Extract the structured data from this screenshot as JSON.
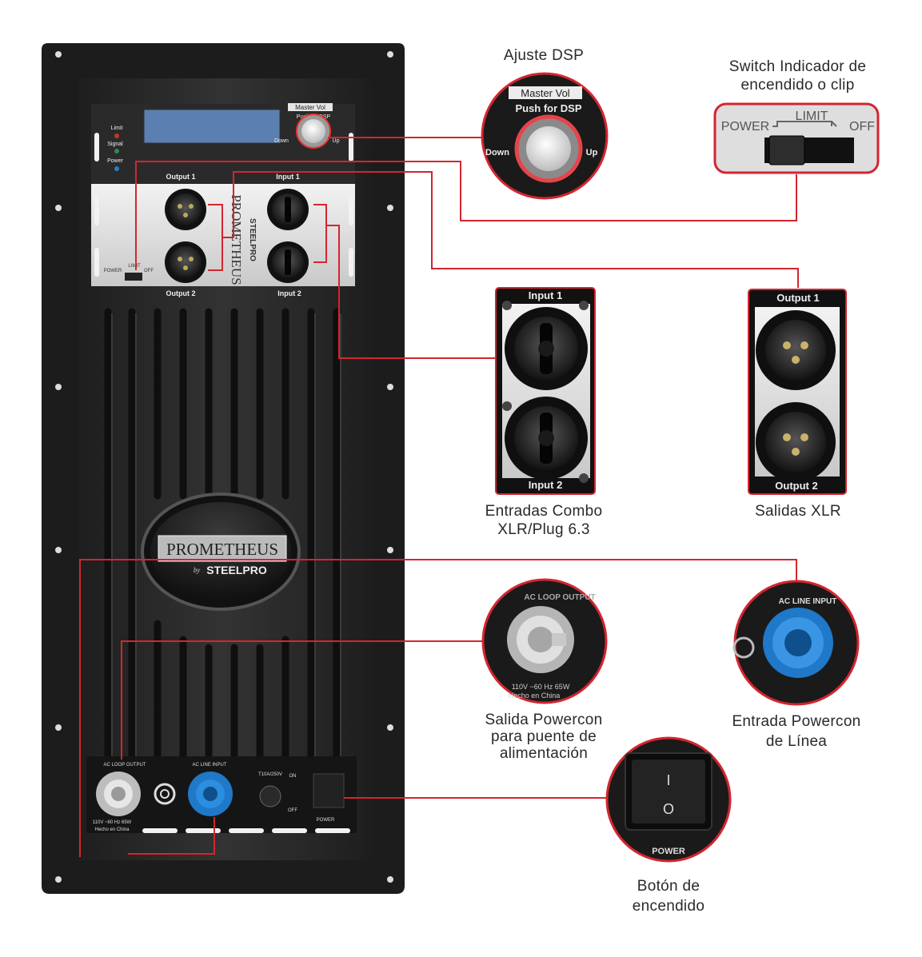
{
  "panel": {
    "brand": "PROMETHEUS",
    "by": "by",
    "maker": "STEELPRO",
    "master_vol": "Master Vol",
    "push_dsp": "Push for DSP",
    "down": "Down",
    "up": "Up",
    "led_limit": "Limit",
    "led_signal": "Signal",
    "led_power": "Power",
    "output1": "Output 1",
    "output2": "Output 2",
    "input1": "Input 1",
    "input2": "Input 2",
    "sw_power": "POWER",
    "sw_limit": "LIMIT",
    "sw_off": "OFF",
    "ac_loop": "AC LOOP OUTPUT",
    "ac_line": "AC LINE INPUT",
    "fuse": "T10A/250V",
    "rating": "110V ~60 Hz 65W",
    "made": "Hecho en China",
    "power_btn": "POWER",
    "on": "ON",
    "off": "OFF"
  },
  "zoom": {
    "dsp_master": "Master Vol",
    "dsp_push": "Push for DSP",
    "dsp_down": "Down",
    "dsp_up": "Up",
    "sw_power": "POWER",
    "sw_limit": "LIMIT",
    "sw_off": "OFF",
    "in1": "Input 1",
    "in2": "Input 2",
    "out1": "Output 1",
    "out2": "Output 2",
    "ac_loop": "AC LOOP OUTPUT",
    "loop_rating": "110V ~60 Hz 65W",
    "loop_made": "Hecho en China",
    "ac_line": "AC LINE INPUT",
    "btn_i": "I",
    "btn_o": "O",
    "btn_power": "POWER"
  },
  "callouts": {
    "dsp": [
      "Ajuste DSP"
    ],
    "switch": [
      "Switch Indicador de",
      "encendido o clip"
    ],
    "inputs": [
      "Entradas Combo",
      "XLR/Plug 6.3"
    ],
    "outputs": [
      "Salidas XLR"
    ],
    "powercon_out": [
      "Salida Powercon",
      "para puente de",
      "alimentación"
    ],
    "powercon_in": [
      "Entrada Powercon",
      "de Línea"
    ],
    "power_button": [
      "Botón de",
      "encendido"
    ]
  },
  "colors": {
    "leader": "#d3262f",
    "plate": "#2b2b2b",
    "silver": "#d9d9d9",
    "powercon_blue": "#1f78c8",
    "powercon_grey": "#cfcfcf"
  }
}
